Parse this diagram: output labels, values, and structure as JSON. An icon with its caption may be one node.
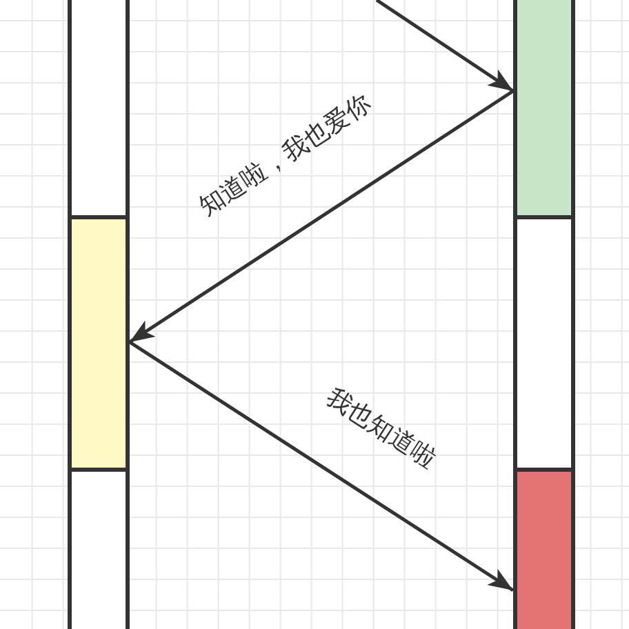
{
  "diagram": {
    "nodes": [
      {
        "text": [],
        "shape": "box"
      },
      {
        "text": [],
        "shape": "box"
      },
      {
        "text": [],
        "shape": "box"
      },
      {
        "text": [],
        "shape": "box"
      },
      {
        "text": [],
        "shape": "box"
      },
      {
        "text": [],
        "shape": "box"
      }
    ],
    "edges": [
      {
        "from": null,
        "to": 1,
        "arrow": "to"
      },
      {
        "from": 1,
        "to": 2,
        "arrow": "to",
        "label": "知道啦，我也爱你"
      },
      {
        "from": 2,
        "to": 5,
        "arrow": "to",
        "label": "我也知道啦"
      }
    ]
  }
}
